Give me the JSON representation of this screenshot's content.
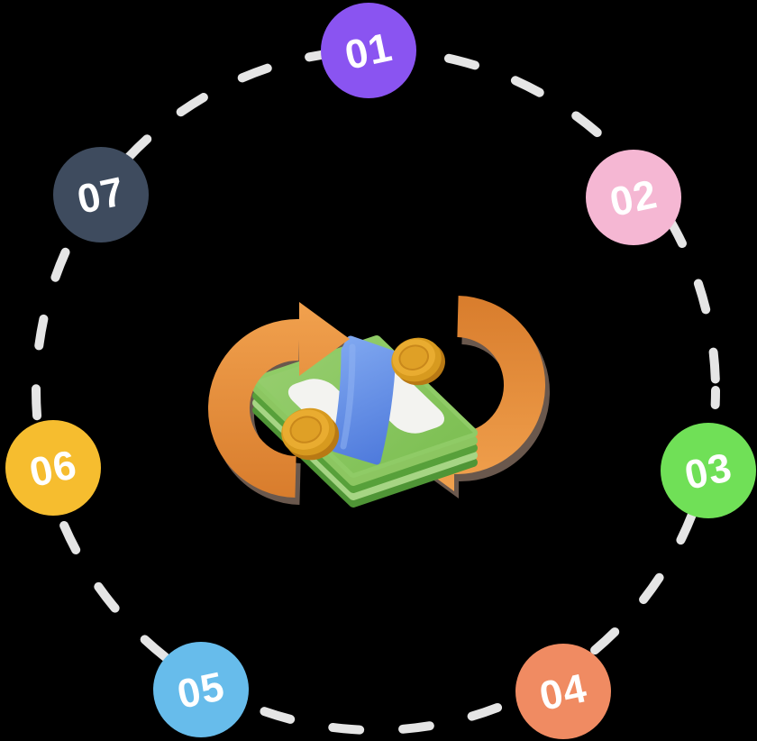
{
  "background": "#000000",
  "ring": {
    "color": "#E5E5E5"
  },
  "steps": [
    {
      "label": "01",
      "color": "#8A54F1"
    },
    {
      "label": "02",
      "color": "#F5B7D3"
    },
    {
      "label": "03",
      "color": "#70E057"
    },
    {
      "label": "04",
      "color": "#F08B62"
    },
    {
      "label": "05",
      "color": "#67BCEB"
    },
    {
      "label": "06",
      "color": "#F6BD2F"
    },
    {
      "label": "07",
      "color": "#3E4B5E"
    }
  ],
  "center_icon": {
    "name": "money-cycle-3d-icon",
    "colors": {
      "arrow_orange": "#E28836",
      "banknote_green": "#8FCB66",
      "band_blue": "#5C8BE2",
      "coin_gold": "#E9AC30",
      "bill_white": "#F3F3F0"
    }
  }
}
